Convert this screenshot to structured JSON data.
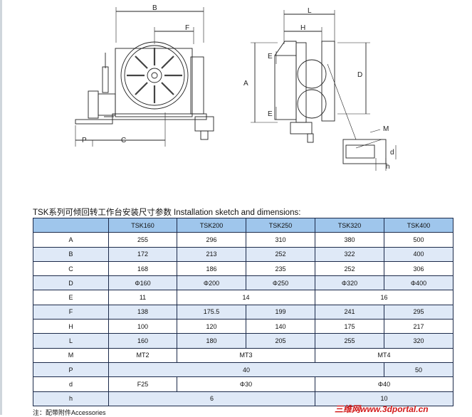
{
  "drawing": {
    "dim_labels": {
      "B": "B",
      "F": "F",
      "C": "C",
      "P": "P",
      "L": "L",
      "H": "H",
      "A": "A",
      "E_top": "E",
      "E_bottom": "E",
      "D": "D",
      "M": "M",
      "d": "d",
      "h": "h"
    }
  },
  "heading": "TSK系列可倾回转工作台安装尺寸参数 Installation sketch and dimensions:",
  "table": {
    "columns": [
      "",
      "TSK160",
      "TSK200",
      "TSK250",
      "TSK320",
      "TSK400"
    ],
    "rows": [
      {
        "label": "A",
        "cells": [
          "255",
          "296",
          "310",
          "380",
          "500"
        ]
      },
      {
        "label": "B",
        "cells": [
          "172",
          "213",
          "252",
          "322",
          "400"
        ]
      },
      {
        "label": "C",
        "cells": [
          "168",
          "186",
          "235",
          "252",
          "306"
        ]
      },
      {
        "label": "D",
        "cells": [
          "Φ160",
          "Φ200",
          "Φ250",
          "Φ320",
          "Φ400"
        ]
      },
      {
        "label": "E",
        "cells": [
          "11",
          "14",
          "16"
        ]
      },
      {
        "label": "F",
        "cells": [
          "138",
          "175.5",
          "199",
          "241",
          "295"
        ]
      },
      {
        "label": "H",
        "cells": [
          "100",
          "120",
          "140",
          "175",
          "217"
        ]
      },
      {
        "label": "L",
        "cells": [
          "160",
          "180",
          "205",
          "255",
          "320"
        ]
      },
      {
        "label": "M",
        "cells": [
          "MT2",
          "MT3",
          "MT4"
        ]
      },
      {
        "label": "P",
        "cells": [
          "40",
          "50"
        ]
      },
      {
        "label": "d",
        "cells": [
          "F25",
          "Φ30",
          "Φ40"
        ]
      },
      {
        "label": "h",
        "cells": [
          "6",
          "10"
        ]
      }
    ]
  },
  "note": "注：配带附件Accessories",
  "watermark": "三维网www.3dportal.cn"
}
